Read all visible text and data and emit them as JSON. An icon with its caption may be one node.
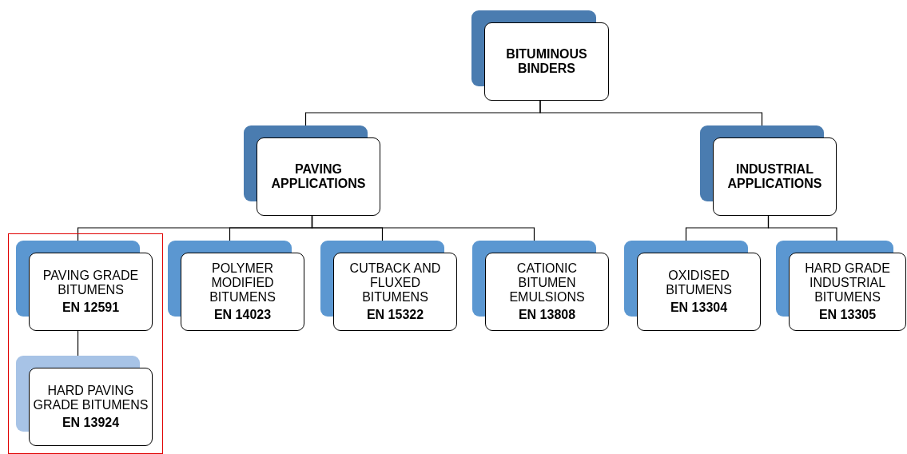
{
  "diagram": {
    "nodes": [
      {
        "text": [
          "BITUMINOUS BINDERS"
        ]
      },
      {
        "text": [
          "PAVING APPLICATIONS"
        ]
      },
      {
        "text": [
          "INDUSTRIAL APPLICATIONS"
        ]
      },
      {
        "text": [
          "PAVING GRADE BITUMENS",
          "EN 12591"
        ]
      },
      {
        "text": [
          "POLYMER MODIFIED BITUMENS",
          "EN 14023"
        ]
      },
      {
        "text": [
          "CUTBACK AND FLUXED BITUMENS",
          "EN 15322"
        ]
      },
      {
        "text": [
          "CATIONIC BITUMEN EMULSIONS",
          "EN 13808"
        ]
      },
      {
        "text": [
          "OXIDISED BITUMENS",
          "EN 13304"
        ]
      },
      {
        "text": [
          "HARD GRADE INDUSTRIAL BITUMENS",
          "EN 13305"
        ]
      },
      {
        "text": [
          "HARD PAVING GRADE BITUMENS",
          "EN 13924"
        ]
      }
    ],
    "edges": [
      {
        "from": 0,
        "to": 1,
        "arrow": "none"
      },
      {
        "from": 0,
        "to": 2,
        "arrow": "none"
      },
      {
        "from": 1,
        "to": 3,
        "arrow": "none"
      },
      {
        "from": 1,
        "to": 4,
        "arrow": "none"
      },
      {
        "from": 1,
        "to": 5,
        "arrow": "none"
      },
      {
        "from": 1,
        "to": 6,
        "arrow": "none"
      },
      {
        "from": 2,
        "to": 7,
        "arrow": "none"
      },
      {
        "from": 2,
        "to": 8,
        "arrow": "none"
      },
      {
        "from": 3,
        "to": 9,
        "arrow": "none"
      }
    ]
  }
}
